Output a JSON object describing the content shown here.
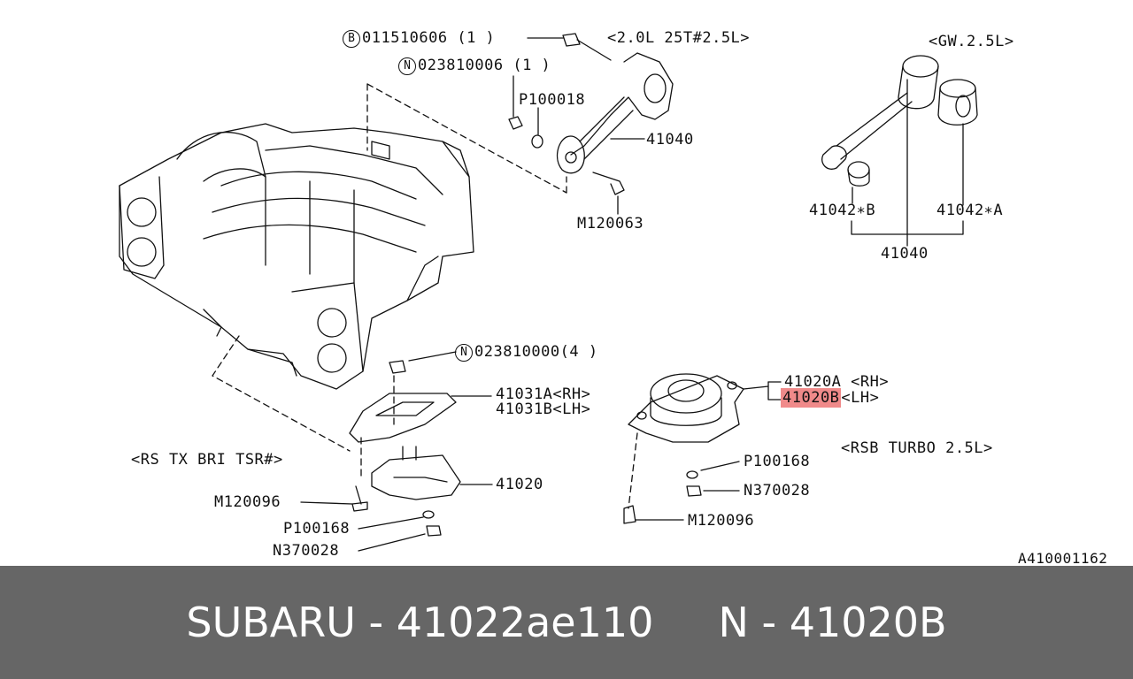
{
  "diagram": {
    "ref_code": "A410001162",
    "labels": {
      "bolt_b": "011510606 (1 )",
      "nut_n1": "023810006 (1 )",
      "spec_top": "<2.0L 25T#2.5L>",
      "spec_gw": "<GW.2.5L>",
      "p100018": "P100018",
      "p41040_top": "41040",
      "m120063": "M120063",
      "p41042b": "41042∗B",
      "p41042a": "41042∗A",
      "p41040_right": "41040",
      "nut_n2": "023810000(4 )",
      "p41031a": "41031A<RH>",
      "p41031b": "41031B<LH>",
      "spec_rs": "<RS TX BRI TSR#>",
      "p41020": "41020",
      "m120096_left": "M120096",
      "p100168_left": "P100168",
      "n370028_left": "N370028",
      "p41020a": "41020A <RH>",
      "p41020b": "41020B",
      "lh": "<LH>",
      "spec_rsb": "<RSB TURBO 2.5L>",
      "p100168_right": "P100168",
      "n370028_right": "N370028",
      "m120096_right": "M120096"
    },
    "markers": {
      "b": "B",
      "n": "N"
    },
    "highlight_color": "#f08a8a"
  },
  "footer": {
    "text": "SUBARU - 41022ae110     N - 41020B",
    "background": "#666666",
    "color": "#ffffff"
  }
}
